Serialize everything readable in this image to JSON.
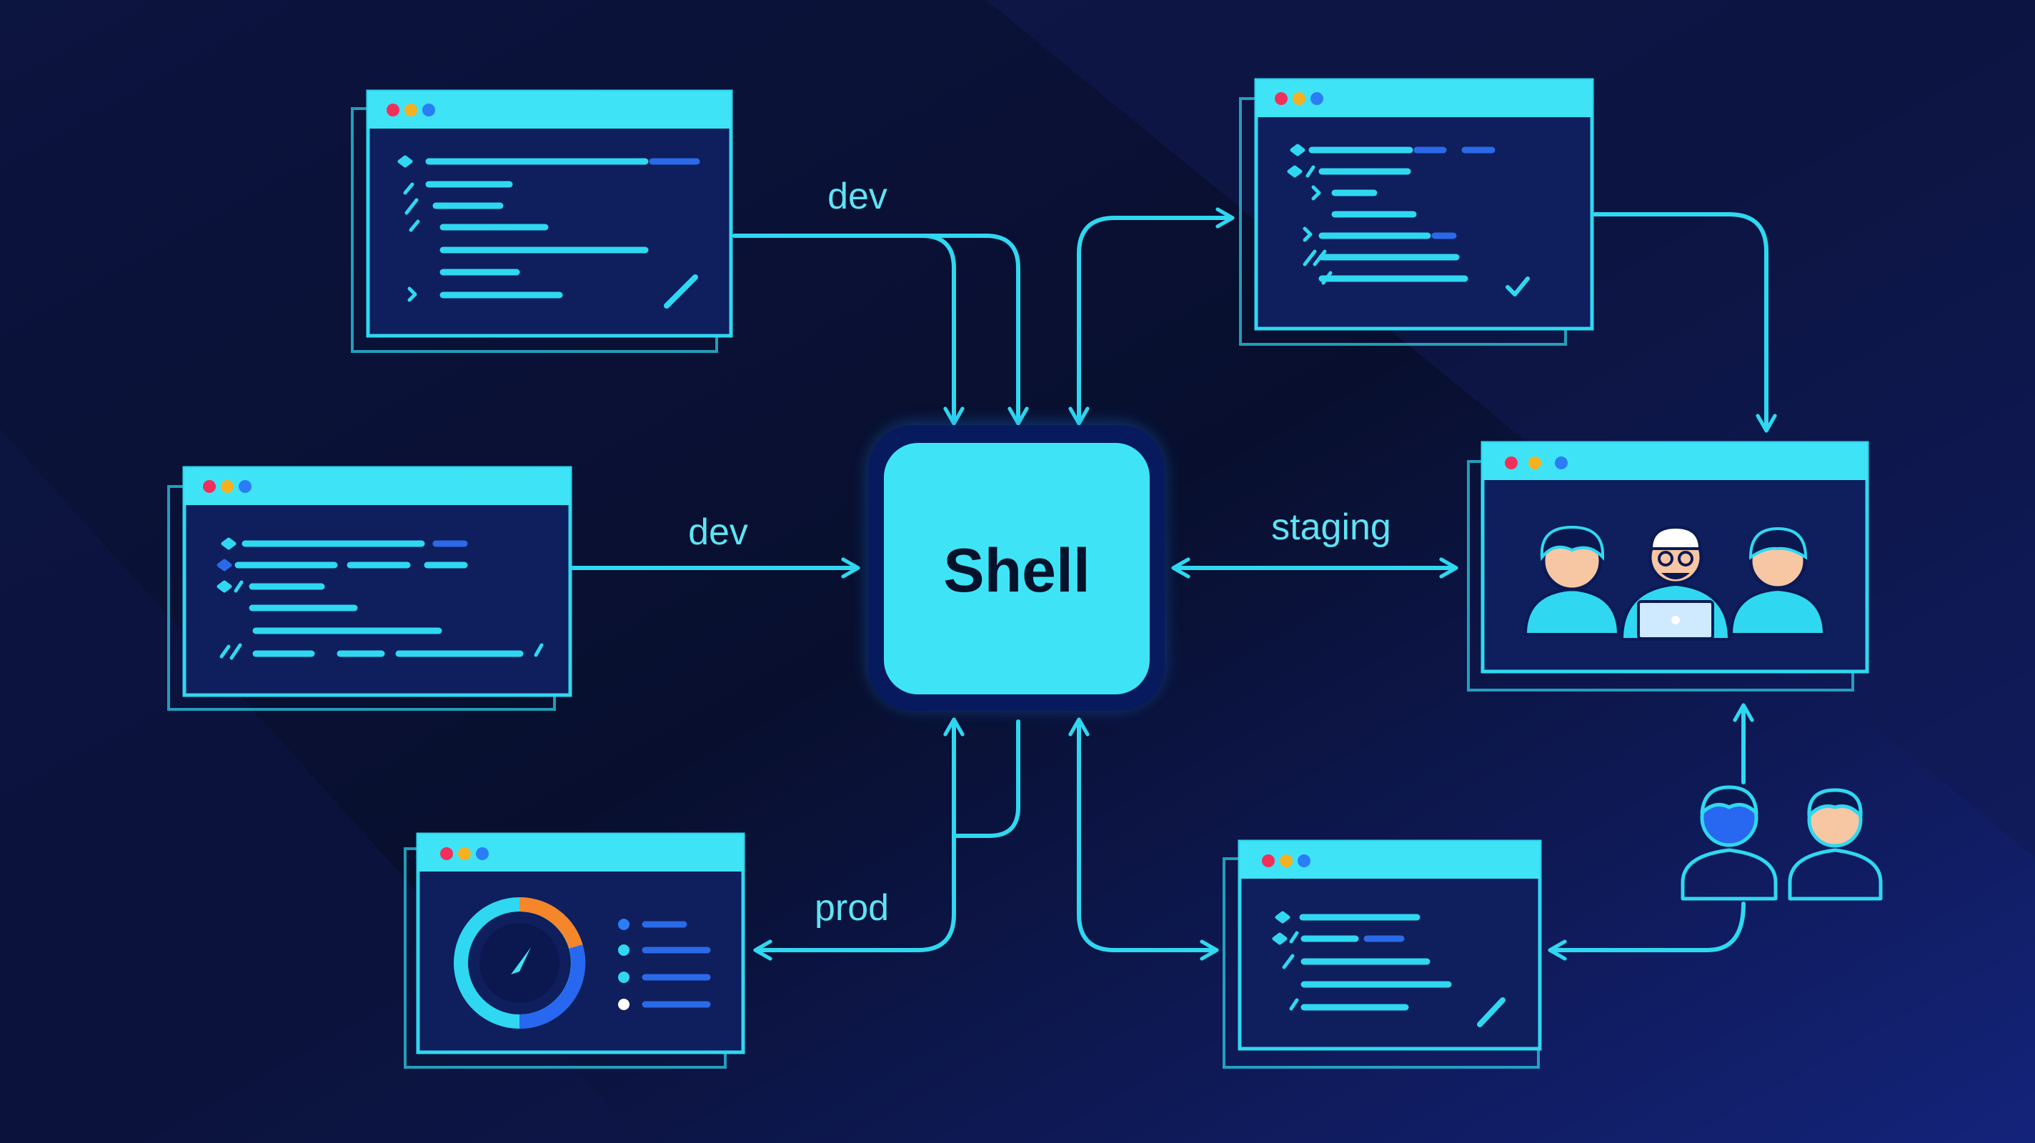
{
  "hub": {
    "label": "Shell"
  },
  "edges": {
    "dev_top": "dev",
    "dev_mid": "dev",
    "staging": "staging",
    "prod": "prod"
  },
  "colors": {
    "background": "#0a1233",
    "accent": "#2fd8f0",
    "panel_fill": "#0f1e5c",
    "hub_fill": "#3ee4f6",
    "dot_red": "#f0305a",
    "dot_yellow": "#f5b020",
    "dot_blue": "#2a7df5",
    "gauge_orange": "#f5862a",
    "gauge_blue": "#2868f0"
  },
  "nodes": [
    {
      "id": "code-editor-top-left",
      "icon": "code-editor-icon"
    },
    {
      "id": "code-editor-middle-left",
      "icon": "code-editor-icon"
    },
    {
      "id": "monitoring-dashboard",
      "icon": "gauge-icon"
    },
    {
      "id": "code-editor-top-right",
      "icon": "code-editor-icon"
    },
    {
      "id": "team-window",
      "icon": "team-icon"
    },
    {
      "id": "code-editor-bottom-right",
      "icon": "code-editor-icon"
    },
    {
      "id": "users-group",
      "icon": "user-icon"
    }
  ]
}
